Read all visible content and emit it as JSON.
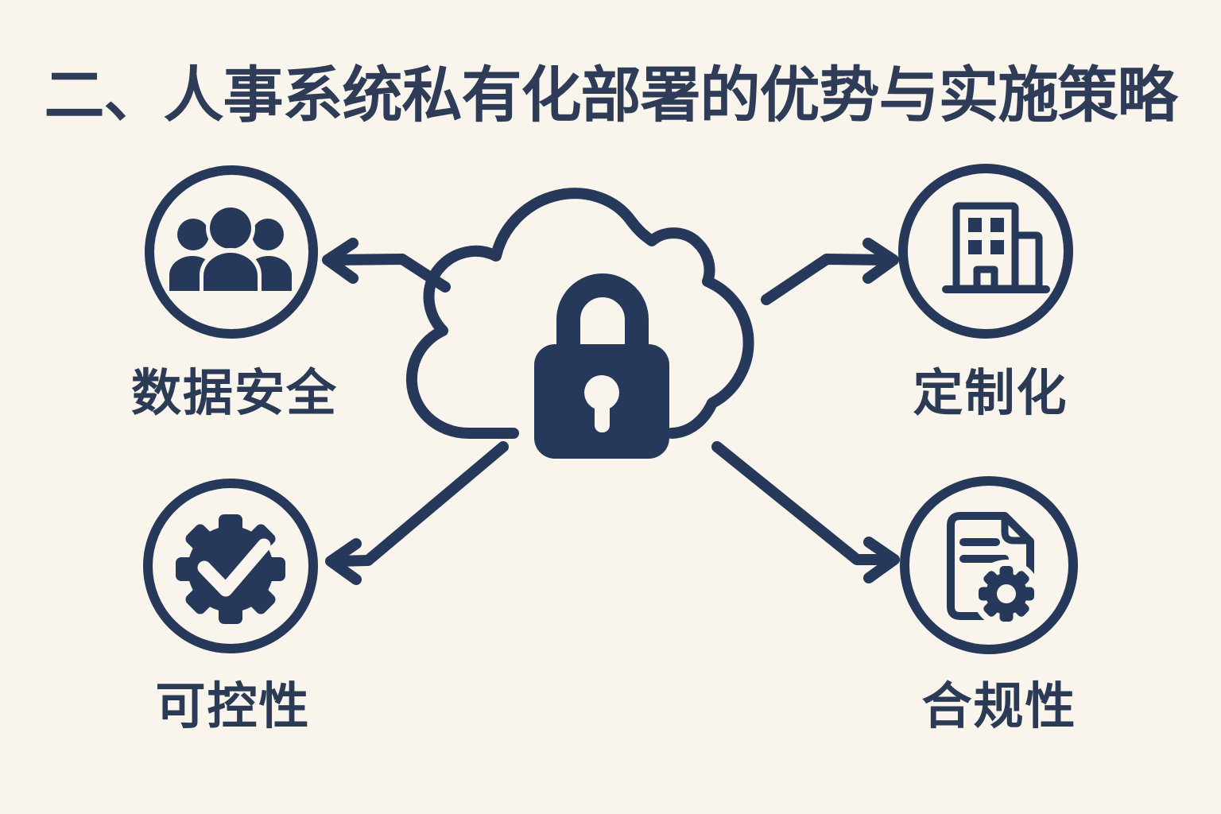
{
  "title": "二、人事系统私有化部署的优势与实施策略",
  "center": {
    "icon": "cloud-lock-icon",
    "meaning": "私有化部署 (secured cloud with padlock)"
  },
  "nodes": [
    {
      "id": "data-security",
      "label": "数据安全",
      "icon": "people-group-icon",
      "position": "top-left"
    },
    {
      "id": "customization",
      "label": "定制化",
      "icon": "building-icon",
      "position": "top-right"
    },
    {
      "id": "controllability",
      "label": "可控性",
      "icon": "gear-check-icon",
      "position": "bottom-left"
    },
    {
      "id": "compliance",
      "label": "合规性",
      "icon": "document-gear-icon",
      "position": "bottom-right"
    }
  ],
  "colors": {
    "background": "#FAF5EC",
    "ink": "#27395A",
    "text": "#2B3A55"
  }
}
